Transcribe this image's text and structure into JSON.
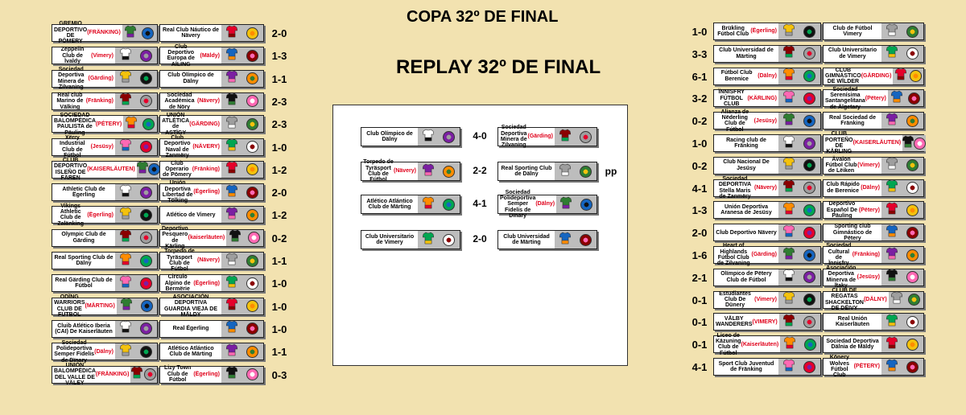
{
  "titles": {
    "main": "COPA 32º DE FINAL",
    "replay": "REPLAY 32º DE FINAL"
  },
  "left_matches": [
    {
      "home": "GREMIO DEPORTIVO DE PÖMERY",
      "home_note": "(FRÄNKING)",
      "score": "2-0",
      "away": "Real Club Náutico de Nävery",
      "away_note": ""
    },
    {
      "home": "Zëppelin Club de Ïvaldy",
      "home_note": "(Vimery)",
      "score": "1-3",
      "away": "Club Deportivo Europa de AÍLING",
      "away_note": "(Mäldy)"
    },
    {
      "home": "Sociedad Deportiva Minera de Zilvaning",
      "home_note": "(Gärding)",
      "score": "1-1",
      "away": "Club Olímpico de Dälny",
      "away_note": ""
    },
    {
      "home": "Real club Marino de Välking",
      "home_note": "(Fränking)",
      "score": "2-3",
      "away": "Sociedad Académica de Nöry",
      "away_note": "(Nävery)"
    },
    {
      "home": "SOCIEDAD BALOMPÉDICA PAULISTA de Päuling",
      "home_note": "(PÉTERY)",
      "score": "2-3",
      "away": "UNIÓN ATLÉTICA de ASTÏGY",
      "away_note": "(GÄRDING)"
    },
    {
      "home": "Xërry Industrial Club de Fútbol",
      "home_note": "(Jesüsy)",
      "score": "1-0",
      "away": "Club Deportivo Naval de Zanmëry",
      "away_note": "(NÄVERY)"
    },
    {
      "home": "CLUB DEPORTIVO ISLEÑO DE FÄREN",
      "home_note": "(KAISERLÄUTEN)",
      "score": "1-2",
      "away": "Club Operario de Pömery",
      "away_note": "(Fränking)"
    },
    {
      "home": "Athletic Club de Ëgerling",
      "home_note": "",
      "score": "2-0",
      "away": "Unión Deportiva Libertad de Tölking",
      "away_note": "(Ëgerling)"
    },
    {
      "home": "Vikings Athletic Club de Zalänking",
      "home_note": "(Ëgerling)",
      "score": "1-2",
      "away": "Atlético de Vimery",
      "away_note": ""
    },
    {
      "home": "Olympic Club de Gärding",
      "home_note": "",
      "score": "0-2",
      "away": "Deportivo Pesquero de Kärling",
      "away_note": "(kaiserläuten)"
    },
    {
      "home": "Real Sporting Club de Dälny",
      "home_note": "",
      "score": "1-1",
      "away": "Torpedo de Tyräsport Club de Fútbol",
      "away_note": "(Nävery)"
    },
    {
      "home": "Real Gärding Club de Fútbol",
      "home_note": "",
      "score": "1-0",
      "away": "Circulo Alpino de Bermërie",
      "away_note": "(Ëgerling)"
    },
    {
      "home": "ODÏNG WARRIORS CLUB DE FÚTBOL",
      "home_note": "(MÄRTING)",
      "score": "1-0",
      "away": "ASOCIACIÓN DEPORTIVA GUARDIA VIEJA DE MÄLDY",
      "away_note": ""
    },
    {
      "home": "Cluib Atlético Iberia (CAI) De Kaiserläuten",
      "home_note": "",
      "score": "1-0",
      "away": "Real Ëgerling",
      "away_note": ""
    },
    {
      "home": "Sociedad Polideportiva Semper Fidelis de Dïnary",
      "home_note": "(Dälny)",
      "score": "1-1",
      "away": "Atlético Atlántico Club de Märting",
      "away_note": ""
    },
    {
      "home": "UNIÓN BALOMPÉDICA DEL VALLE DE VÄLEY",
      "home_note": "(FRÄNKING)",
      "score": "0-3",
      "away": "Lizy Town Club de Fútbol",
      "away_note": "(Ëgerling)"
    }
  ],
  "right_matches": [
    {
      "score": "1-0",
      "home": "Brükling Fútbol Club",
      "home_note": "(Ëgerling)",
      "away": "Club de Fútbol Vimery",
      "away_note": ""
    },
    {
      "score": "3-3",
      "home": "Club Universidad de Märting",
      "home_note": "",
      "away": "Club Universitario de Vimery",
      "away_note": ""
    },
    {
      "score": "6-1",
      "home": "Fútbol Club Berenice",
      "home_note": "(Dälny)",
      "away": "CLUB GIMNÁSTICO DE WÏLDER",
      "away_note": "(GÄRDING)"
    },
    {
      "score": "3-2",
      "home": "ÏNNISFRY FÚTBOL CLUB",
      "home_note": "(KÄRLING)",
      "away": "Sociedad Serenísima Santangelitana de Älgetary",
      "away_note": "(Pëtery)"
    },
    {
      "score": "0-2",
      "home": "Alianza de Nëderling Club de Fútbol",
      "home_note": "(Jesüsy)",
      "away": "Real Sociedad de Fränking",
      "away_note": ""
    },
    {
      "score": "1-0",
      "home": "Racing club de Fränking",
      "home_note": "",
      "away": "CLUB PORTEÑO DE KÄRLING",
      "away_note": "(KAISERLÄUTEN)"
    },
    {
      "score": "0-2",
      "home": "Club Nacional De Jesüsy",
      "home_note": "",
      "away": "Ävalon Fútbol Club de Lëiken",
      "away_note": "(Vimery)"
    },
    {
      "score": "4-1",
      "home": "Sociedad DEPORTIVA Stella Maris de Zanmëry",
      "home_note": "(Nävery)",
      "away": "Club Rápido de Berenice",
      "away_note": "(Dälny)"
    },
    {
      "score": "1-3",
      "home": "Unión Deportiva Aranesa de Jesüsy",
      "home_note": "",
      "away": "Deportivo Español De Päuling",
      "away_note": "(Pëtery)"
    },
    {
      "score": "2-0",
      "home": "Club Deportivo Nävery",
      "home_note": "",
      "away": "Sporting club Gimnástico de Pëtery",
      "away_note": ""
    },
    {
      "score": "1-6",
      "home": "Heart of Highlands Fútbol Club de Zilvaning",
      "home_note": "(Gärding)",
      "away": "Sociedad Cultural de Ïnnisfry",
      "away_note": "(Fränking)"
    },
    {
      "score": "2-1",
      "home": "Olímpico de Pëtery Club de Fútbol",
      "home_note": "",
      "away": "Asociación Deportiva Minerva de Ïtaky",
      "away_note": "(Jesüsy)"
    },
    {
      "score": "0-1",
      "home": "Estudiantes Club De Dünery",
      "home_note": "(Vimery)",
      "away": "CLUB DE REGATAS SHACKELTON DE DËIVY",
      "away_note": "(DÄLNY)"
    },
    {
      "score": "0-1",
      "home": "VÄLBY WANDERERS",
      "home_note": "(VIMERY)",
      "away": "Real Unión Kaiserläuten",
      "away_note": ""
    },
    {
      "score": "0-1",
      "home": "Liceo de Käzuning Club de Fútbol",
      "home_note": "(Kaiserläuten)",
      "away": "Sociedad Deportiva Dälnia de Mäldy",
      "away_note": ""
    },
    {
      "score": "4-1",
      "home": "Sport Club Juventud de Fränking",
      "home_note": "",
      "away": "Könery Wolves Fútbol Club",
      "away_note": "(PËTERY)"
    }
  ],
  "replay_matches": [
    {
      "home": "Club Olímpico de Dälny",
      "home_note": "",
      "score": "4-0",
      "away": "Sociedad Deportiva Minera de Zilvaning",
      "away_note": "(Gärding)"
    },
    {
      "home": "Torpedo de Tyräsport Club de Fútbol",
      "home_note": "(Nävery)",
      "score": "2-2",
      "away": "Real Sporting Club de Dälny",
      "away_note": "",
      "extra": "pp"
    },
    {
      "home": "Atlético Atlántico Club de Märting",
      "home_note": "",
      "score": "4-1",
      "away": "Sociedad Polideportiva Semper Fidelis de Dïnary",
      "away_note": "(Dälny)"
    },
    {
      "home": "Club Universitario de Vimery",
      "home_note": "",
      "score": "2-0",
      "away": "Club Universidad de Märting",
      "away_note": ""
    }
  ],
  "colors": {
    "background": "#f2e2b0",
    "note": "#e0001a",
    "icon_bg": "#bdbdbd",
    "kits": [
      "#2f7d32",
      "#e5002b",
      "#ffffff",
      "#1565c0",
      "#f4c20d",
      "#7b1fa2",
      "#8b0000",
      "#111111",
      "#ff8c00",
      "#9e9e9e",
      "#ff69b4",
      "#00a651"
    ]
  }
}
